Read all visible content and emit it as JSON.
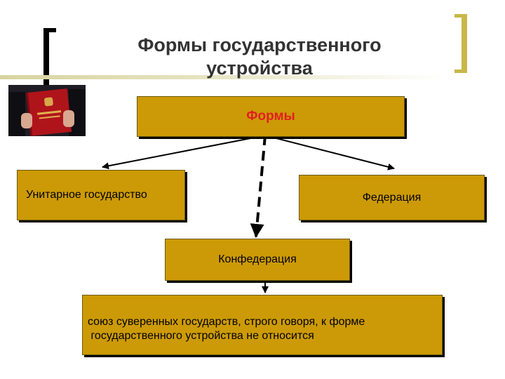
{
  "title": {
    "line1": "Формы государственного",
    "line2": "устройства"
  },
  "diagram": {
    "root": "Формы",
    "children": {
      "unitary": "Унитарное государство",
      "federation": "Федерация",
      "confederation": "Конфедерация"
    },
    "note": {
      "line1": "союз суверенных государств, строго говоря, к форме",
      "line2": " государственного устройства не относится"
    }
  },
  "colors": {
    "box_fill": "#cc9a06",
    "root_text": "#e02020",
    "right_bracket": "#c8b84a",
    "left_bracket": "#000000"
  },
  "images": {
    "photo": "constitution-book-photo"
  }
}
